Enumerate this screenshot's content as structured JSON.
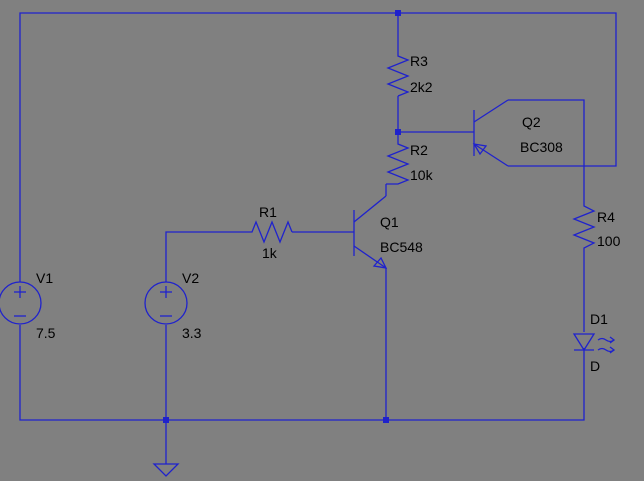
{
  "colors": {
    "background": "#808080",
    "wire": "#1f22cc",
    "text": "#000000"
  },
  "components": {
    "V1": {
      "name": "V1",
      "value": "7.5"
    },
    "V2": {
      "name": "V2",
      "value": "3.3"
    },
    "R1": {
      "name": "R1",
      "value": "1k"
    },
    "R2": {
      "name": "R2",
      "value": "10k"
    },
    "R3": {
      "name": "R3",
      "value": "2k2"
    },
    "R4": {
      "name": "R4",
      "value": "100"
    },
    "Q1": {
      "name": "Q1",
      "value": "BC548"
    },
    "Q2": {
      "name": "Q2",
      "value": "BC308"
    },
    "D1": {
      "name": "D1",
      "value": "D"
    }
  },
  "icons": {
    "ground": "ground-icon",
    "led_light": "light-emission-icon"
  }
}
